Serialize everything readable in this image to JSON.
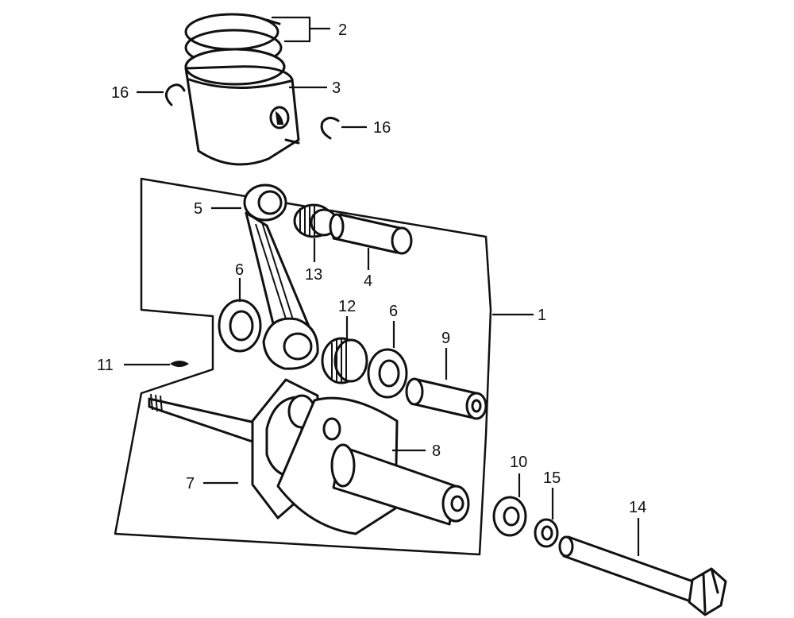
{
  "callouts": {
    "c1": "1",
    "c2": "2",
    "c3": "3",
    "c4": "4",
    "c5": "5",
    "c6a": "6",
    "c6b": "6",
    "c7": "7",
    "c8": "8",
    "c9": "9",
    "c10": "10",
    "c11": "11",
    "c12": "12",
    "c13": "13",
    "c14": "14",
    "c15": "15",
    "c16a": "16",
    "c16b": "16"
  },
  "parts": [
    "piston-rings",
    "piston",
    "piston-pin-clips",
    "connecting-rod",
    "small-end-bearing",
    "piston-pin",
    "thrust-washers",
    "big-end-bearing",
    "crank-pin",
    "crankshaft",
    "woodruff-key",
    "washer",
    "lock-washer",
    "bolt"
  ]
}
